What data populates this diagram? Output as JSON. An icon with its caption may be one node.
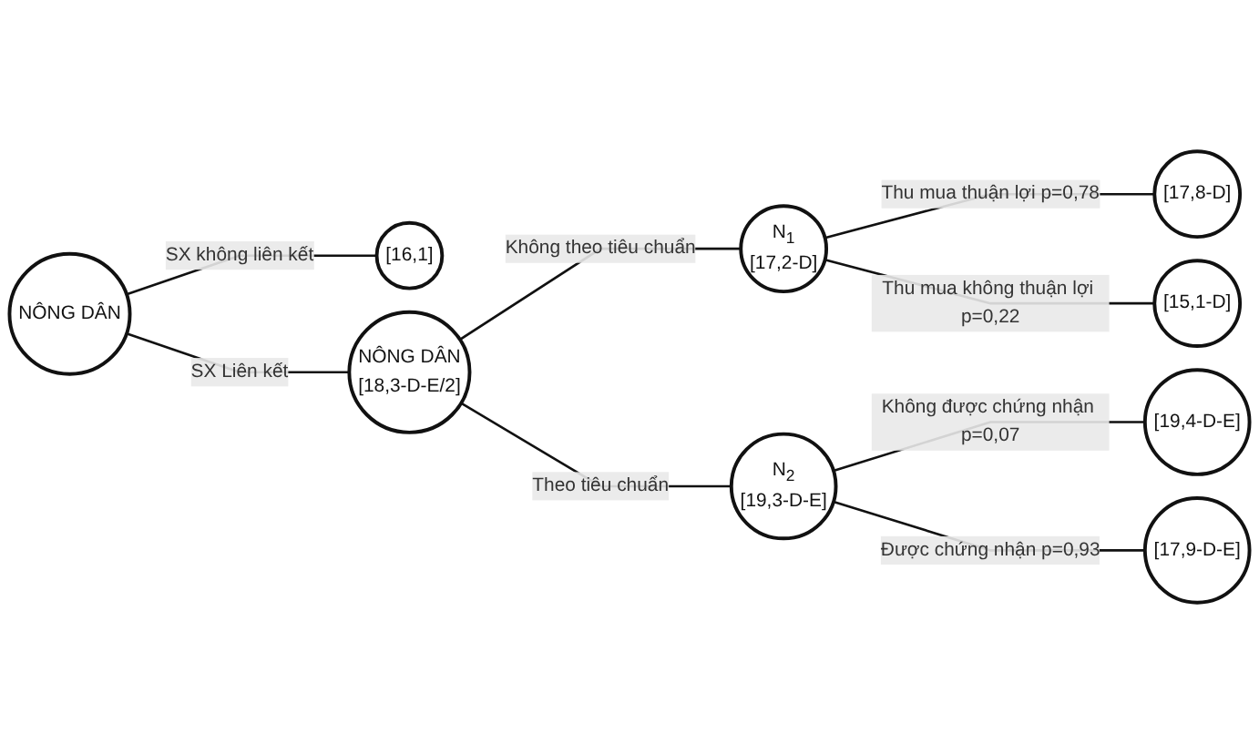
{
  "diagram": {
    "nodes": [
      {
        "text": [
          "NÔNG DÂN"
        ]
      },
      {
        "text": [
          "[16,1]"
        ]
      },
      {
        "text": [
          "NÔNG DÂN",
          "[18,3-D-E/2]"
        ]
      },
      {
        "text": [
          "N$_{1}$",
          "[17,2-D]"
        ]
      },
      {
        "text": [
          "[17,8-D]"
        ]
      },
      {
        "text": [
          "[15,1-D]"
        ]
      },
      {
        "text": [
          "N$_{2}$",
          "[19,3-D-E]"
        ]
      },
      {
        "text": [
          "[19,4-D-E]"
        ]
      },
      {
        "text": [
          "[17,9-D-E]"
        ]
      }
    ],
    "edges": [
      {
        "from": 0,
        "to": 1,
        "arrow": "none",
        "label": "SX không liên kết"
      },
      {
        "from": 0,
        "to": 2,
        "arrow": "none",
        "label": "SX Liên kết"
      },
      {
        "from": 2,
        "to": 3,
        "arrow": "none",
        "label": "Không theo tiêu chuẩn"
      },
      {
        "from": 2,
        "to": 6,
        "arrow": "none",
        "label": "Theo tiêu chuẩn"
      },
      {
        "from": 3,
        "to": 4,
        "arrow": "none",
        "label": "Thu mua thuận lợi p=0,78"
      },
      {
        "from": 3,
        "to": 5,
        "arrow": "none",
        "label": "Thu mua không thuận lợi p=0,22"
      },
      {
        "from": 6,
        "to": 7,
        "arrow": "none",
        "label": "Không được chứng nhận p=0,07"
      },
      {
        "from": 6,
        "to": 8,
        "arrow": "none",
        "label": "Được chứng nhận p=0,93"
      }
    ]
  }
}
